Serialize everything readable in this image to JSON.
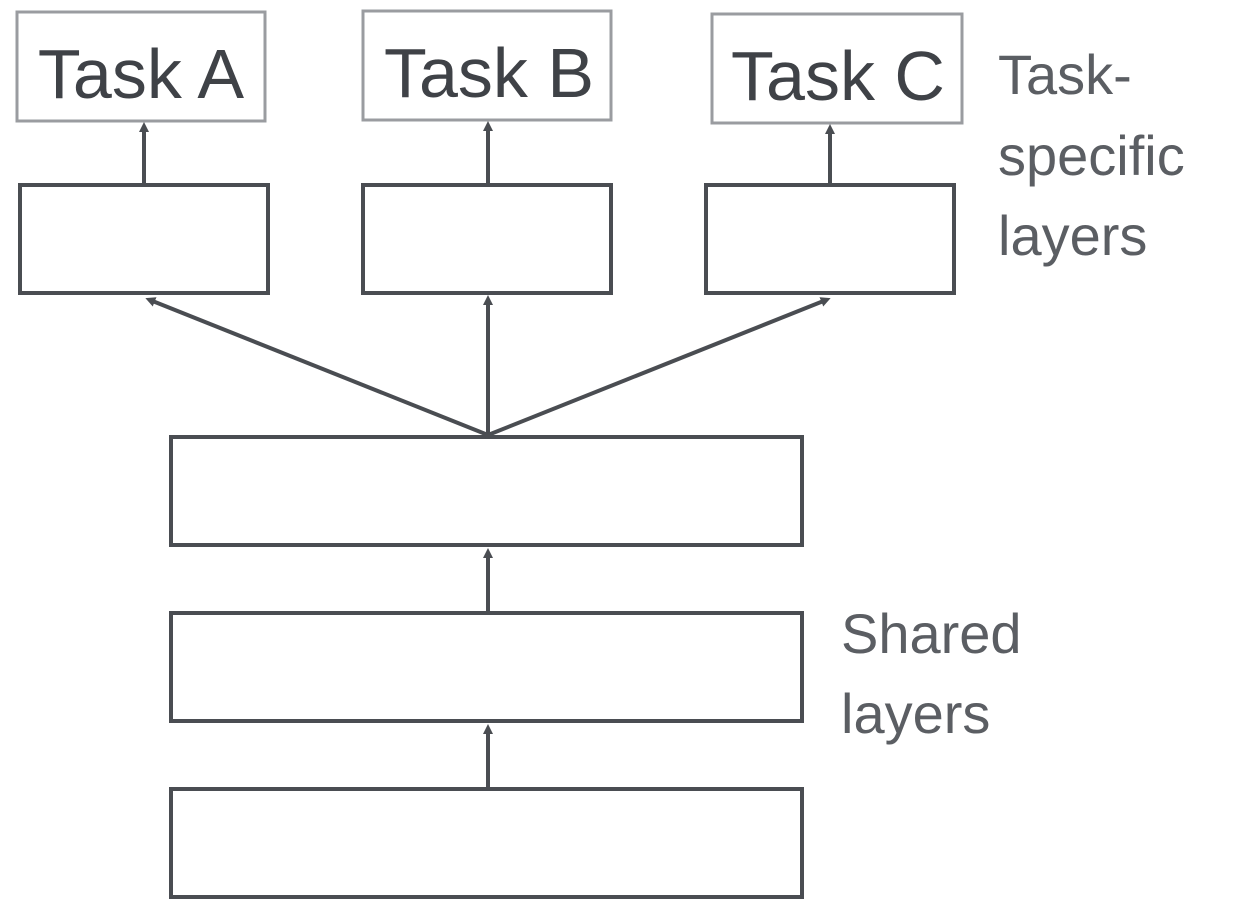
{
  "tasks": [
    {
      "label": "Task A"
    },
    {
      "label": "Task B"
    },
    {
      "label": "Task C"
    }
  ],
  "labels": {
    "task_specific": [
      "Task-",
      "specific",
      "layers"
    ],
    "shared": [
      "Shared",
      "layers"
    ]
  },
  "colors": {
    "line": "#4a4d52",
    "task_box_border": "#9a9ca0",
    "text": "#3f4247",
    "side_text": "#5b5e63"
  }
}
